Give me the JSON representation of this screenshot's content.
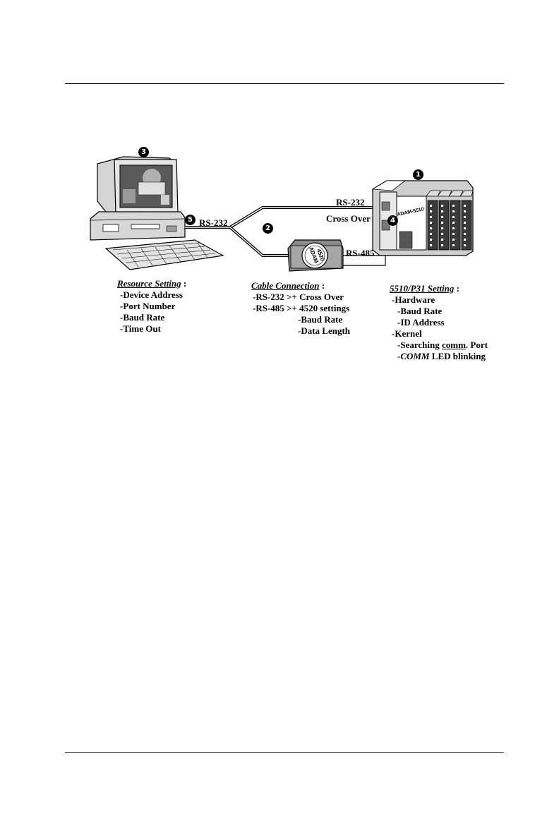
{
  "badges": {
    "b1": "1",
    "b2": "2",
    "b3": "3",
    "b4": "4",
    "b5": "5"
  },
  "cable_labels": {
    "rs232_left": "RS-232",
    "rs232_right": "RS-232",
    "cross_over": "Cross Over",
    "rs485": "RS-485"
  },
  "converter": {
    "line1": "ADAM",
    "line2": "4520"
  },
  "controller_label": "ADAM-5510",
  "resource": {
    "title": "Resource Setting",
    "colon": " :",
    "items": [
      "-Device Address",
      "-Port Number",
      "-Baud Rate",
      "-Time Out"
    ]
  },
  "cable": {
    "title": "Cable Connection",
    "colon": " :",
    "line1": "-RS-232 >+ Cross Over",
    "line2": "-RS-485 >+ 4520 settings",
    "sub1": "-Baud Rate",
    "sub2": "-Data Length"
  },
  "setting": {
    "title": "5510/P31 Setting",
    "colon": " :",
    "hardware": "-Hardware",
    "baud": "-Baud Rate",
    "id": "-ID Address",
    "kernel": "-Kernel",
    "search_pre": "-Searching ",
    "search_comm": "comm",
    "search_post": ". Port",
    "comm_dash": "-",
    "comm_word": "COMM",
    "comm_post": " LED blinking"
  }
}
